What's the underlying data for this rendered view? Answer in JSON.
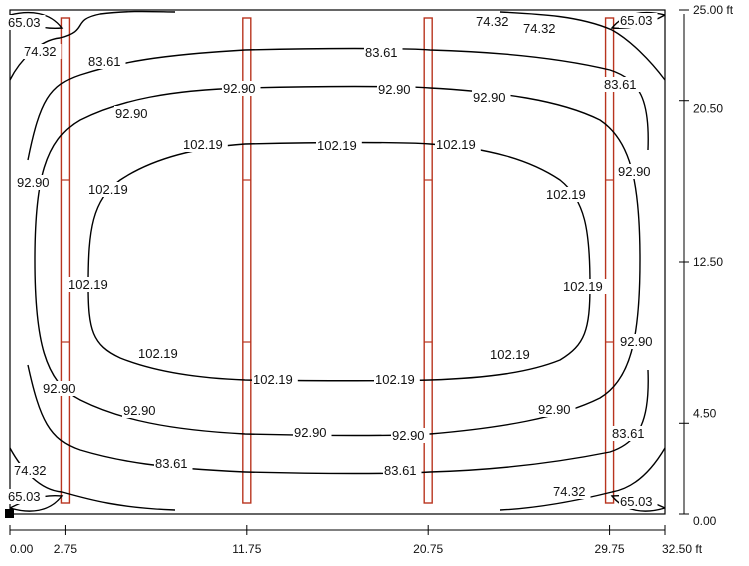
{
  "plan": {
    "width_ft": 32.5,
    "length_ft": 25,
    "x_ticks": [
      {
        "value": 0,
        "label": "0.00"
      },
      {
        "value": 2.75,
        "label": "2.75"
      },
      {
        "value": 11.75,
        "label": "11.75"
      },
      {
        "value": 20.75,
        "label": "20.75"
      },
      {
        "value": 29.75,
        "label": "29.75"
      },
      {
        "value": 32.5,
        "label": "32.50 ft"
      }
    ],
    "y_ticks": [
      {
        "value": 0,
        "label": "0.00"
      },
      {
        "value": 4.5,
        "label": "4.50"
      },
      {
        "value": 12.5,
        "label": "12.50"
      },
      {
        "value": 20.5,
        "label": "20.50"
      },
      {
        "value": 25,
        "label": "25.00 ft"
      }
    ],
    "fixture_rows_x_ft": [
      2.75,
      11.75,
      20.75,
      29.75
    ],
    "fixture_color": "#b8341e",
    "contour_color": "#000000",
    "origin_marker": "filled-square"
  },
  "contour_labels": [
    {
      "text": "65.03",
      "id": "tl"
    },
    {
      "text": "74.32",
      "id": "tl"
    },
    {
      "text": "83.61",
      "id": "top-left"
    },
    {
      "text": "83.61",
      "id": "top-mid"
    },
    {
      "text": "74.32",
      "id": "tr-a"
    },
    {
      "text": "74.32",
      "id": "tr-b"
    },
    {
      "text": "65.03",
      "id": "tr"
    },
    {
      "text": "83.61",
      "id": "right-top"
    },
    {
      "text": "92.90",
      "id": "top-a"
    },
    {
      "text": "92.90",
      "id": "top-b"
    },
    {
      "text": "92.90",
      "id": "top-c"
    },
    {
      "text": "92.90",
      "id": "top-d"
    },
    {
      "text": "102.19",
      "id": "inner-top-a"
    },
    {
      "text": "102.19",
      "id": "inner-top-b"
    },
    {
      "text": "102.19",
      "id": "inner-top-c"
    },
    {
      "text": "92.90",
      "id": "left-mid"
    },
    {
      "text": "102.19",
      "id": "inner-ul"
    },
    {
      "text": "102.19",
      "id": "inner-ur"
    },
    {
      "text": "92.90",
      "id": "right-mid"
    },
    {
      "text": "102.19",
      "id": "inner-left"
    },
    {
      "text": "102.19",
      "id": "inner-right"
    },
    {
      "text": "102.19",
      "id": "inner-ll"
    },
    {
      "text": "102.19",
      "id": "inner-lr"
    },
    {
      "text": "92.90",
      "id": "right-low"
    },
    {
      "text": "102.19",
      "id": "inner-bot-a"
    },
    {
      "text": "102.19",
      "id": "inner-bot-b"
    },
    {
      "text": "92.90",
      "id": "left-low"
    },
    {
      "text": "92.90",
      "id": "bot-a"
    },
    {
      "text": "92.90",
      "id": "bot-b"
    },
    {
      "text": "92.90",
      "id": "bot-c"
    },
    {
      "text": "92.90",
      "id": "bot-d"
    },
    {
      "text": "83.61",
      "id": "right-bot"
    },
    {
      "text": "74.32",
      "id": "bl"
    },
    {
      "text": "83.61",
      "id": "bot-left"
    },
    {
      "text": "83.61",
      "id": "bot-mid"
    },
    {
      "text": "74.32",
      "id": "br"
    },
    {
      "text": "65.03",
      "id": "bl"
    },
    {
      "text": "65.03",
      "id": "br"
    }
  ]
}
